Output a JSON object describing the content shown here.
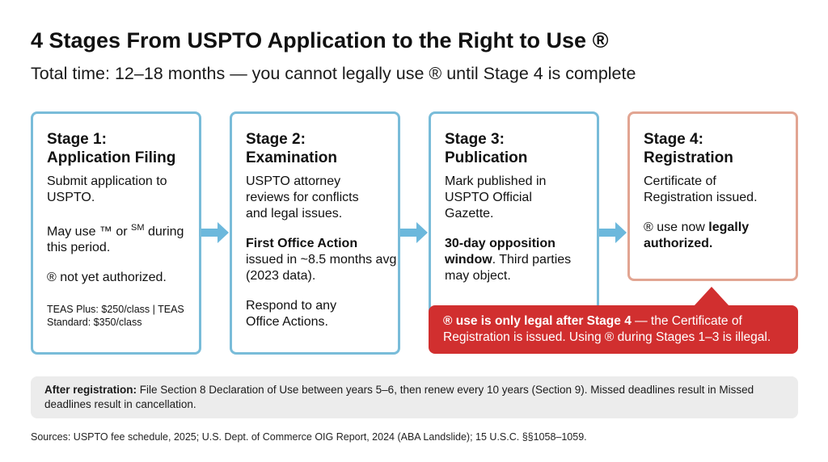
{
  "header": {
    "title": "4 Stages From USPTO Application to the Right to Use ®",
    "subtitle": "Total time: 12–18 months — you cannot legally use ® until Stage 4 is complete"
  },
  "stages": [
    {
      "heading1": "Stage 1:",
      "heading2": "Application Filing",
      "p1": "Submit application to USPTO.",
      "p2a": "May use ™ or ",
      "p2sup": "SM",
      "p2b": " during this period.",
      "p3": "® not yet authorized.",
      "fee": "TEAS Plus: $250/class | TEAS Standard: $350/class"
    },
    {
      "heading1": "Stage 2:",
      "heading2": "Examination",
      "p1": "USPTO attorney reviews for conflicts and legal issues.",
      "p2bold": "First Office Action",
      "p2": " issued in ~8.5 months avg (2023 data).",
      "p3": "Respond to any Office Actions."
    },
    {
      "heading1": "Stage 3:",
      "heading2": "Publication",
      "p1": "Mark published in USPTO Official Gazette.",
      "p2bold": "30-day opposition window",
      "p2": ". Third parties may object."
    },
    {
      "heading1": "Stage 4:",
      "heading2": "Registration",
      "p1": "Certificate of Registration issued.",
      "p2": "® use now ",
      "p2bold": "legally authorized",
      "p2end": "."
    }
  ],
  "callout": {
    "bold": "® use is only legal after Stage 4",
    "text": " — the Certificate of Registration is issued. Using ® during Stages 1–3 is illegal."
  },
  "note": {
    "bold": "After registration:",
    "text": " File Section 8 Declaration of Use between years 5–6, then renew every 10 years (Section 9). Missed deadlines result in Missed deadlines result in cancellation."
  },
  "sources": "Sources: USPTO fee schedule, 2025; U.S. Dept. of Commerce OIG Report, 2024 (ABA Landslide); 15 U.S.C. §§1058–1059.",
  "colors": {
    "stage_border": "#79bcd9",
    "stage4_border": "#e2a592",
    "arrow": "#6cb8dc",
    "callout": "#d12f2f",
    "note_bg": "#ececec"
  }
}
